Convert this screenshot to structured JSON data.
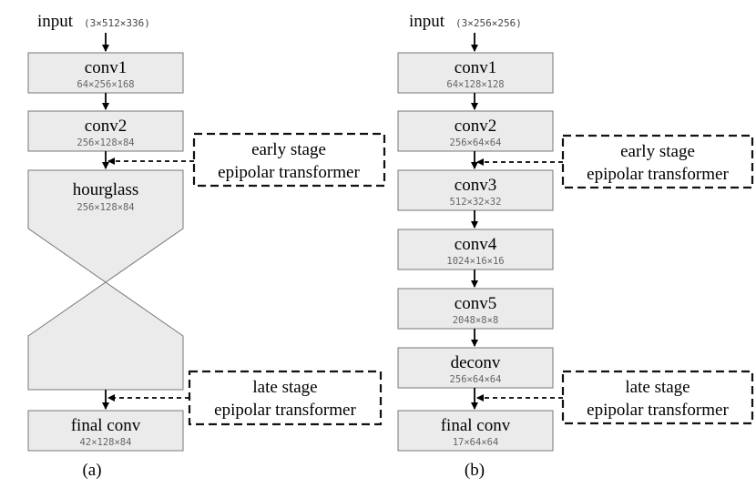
{
  "panel_a": {
    "input_label": "input",
    "input_dims": "(3×512×336)",
    "blocks": [
      {
        "title": "conv1",
        "dims": "64×256×168"
      },
      {
        "title": "conv2",
        "dims": "256×128×84"
      },
      {
        "title": "hourglass",
        "dims": "256×128×84"
      },
      {
        "title": "final conv",
        "dims": "42×128×84"
      }
    ],
    "early_note": [
      "early stage",
      "epipolar transformer"
    ],
    "late_note": [
      "late stage",
      "epipolar transformer"
    ],
    "caption": "(a)"
  },
  "panel_b": {
    "input_label": "input",
    "input_dims": "(3×256×256)",
    "blocks": [
      {
        "title": "conv1",
        "dims": "64×128×128"
      },
      {
        "title": "conv2",
        "dims": "256×64×64"
      },
      {
        "title": "conv3",
        "dims": "512×32×32"
      },
      {
        "title": "conv4",
        "dims": "1024×16×16"
      },
      {
        "title": "conv5",
        "dims": "2048×8×8"
      },
      {
        "title": "deconv",
        "dims": "256×64×64"
      },
      {
        "title": "final conv",
        "dims": "17×64×64"
      }
    ],
    "early_note": [
      "early stage",
      "epipolar transformer"
    ],
    "late_note": [
      "late stage",
      "epipolar transformer"
    ],
    "caption": "(b)"
  }
}
